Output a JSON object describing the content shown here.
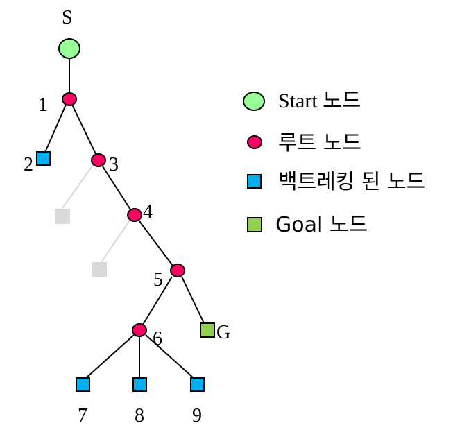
{
  "nodes": {
    "s": "S",
    "n1": "1",
    "n2": "2",
    "n3": "3",
    "n4": "4",
    "n5": "5",
    "n6": "6",
    "n7": "7",
    "n8": "8",
    "n9": "9",
    "g": "G"
  },
  "legend": {
    "start": "Start 노드",
    "root": "루트 노드",
    "backtracked": "백트레킹 된 노드",
    "goal": "Goal 노드"
  },
  "colors": {
    "start": "#99ff99",
    "root": "#ff0066",
    "backtracked": "#00b0f0",
    "goal": "#92d050",
    "pruned": "#d9d9d9"
  }
}
